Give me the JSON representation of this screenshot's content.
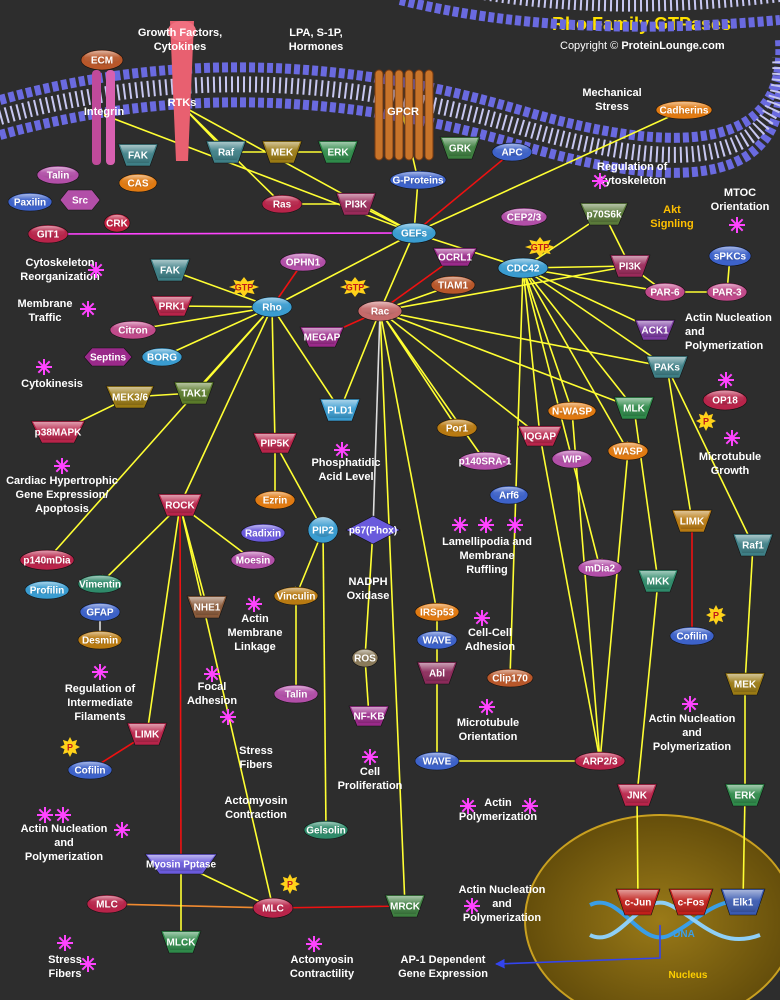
{
  "header": {
    "title": "Rho Family GTPases",
    "copyright_prefix": "Copyright ©",
    "copyright_site": "ProteinLounge.com"
  },
  "nodes": {
    "ecm": "ECM",
    "integrin": "Integrin",
    "talin_top": "Talin",
    "fak_top": "FAK",
    "cas": "CAS",
    "paxilin": "Paxilin",
    "src": "Src",
    "git1": "GIT1",
    "crk": "CRK",
    "rtks": "RTKs",
    "raf_top": "Raf",
    "mek_top": "MEK",
    "erk_top": "ERK",
    "ras": "Ras",
    "pi3k_top": "PI3K",
    "gpcr": "GPCR",
    "grk": "GRK",
    "apc": "APC",
    "g_proteins": "G-Proteins",
    "gefs": "GEFs",
    "cadherins": "Cadherins",
    "cep23": "CEP2/3",
    "p70s6k": "p70S6k",
    "cdc42": "CDC42",
    "gtp": "GTP",
    "pi3k_right": "PI3K",
    "spkcs": "sPKCs",
    "par6": "PAR-6",
    "par3": "PAR-3",
    "ack1": "ACK1",
    "paks": "PAKs",
    "op18": "OP18",
    "p": "P",
    "fak_mid": "FAK",
    "ophn1": "OPHN1",
    "rho": "Rho",
    "ocrl1": "OCRL1",
    "tiam1": "TIAM1",
    "rac": "Rac",
    "prk1": "PRK1",
    "citron": "Citron",
    "megap": "MEGAP",
    "septins": "Septins",
    "borg": "BORG",
    "mek36": "MEK3/6",
    "tak1": "TAK1",
    "pld1": "PLD1",
    "p38mapk": "p38MAPK",
    "pip5k": "PIP5K",
    "por1": "Por1",
    "iqgap": "IQGAP",
    "nwasp": "N-WASP",
    "mlk": "MLK",
    "wasp": "WASP",
    "p140sra1": "p140SRA-1",
    "wip": "WIP",
    "arf6": "Arf6",
    "rock": "ROCK",
    "ezrin": "Ezrin",
    "radixin": "Radixin",
    "pip2": "PIP2",
    "moesin": "Moesin",
    "p67phox": "p67(Phox)",
    "p140mdia": "p140mDia",
    "profilin": "Profilin",
    "vimentin": "Vimentin",
    "gfap": "GFAP",
    "desmin": "Desmin",
    "nhe1": "NHE1",
    "vinculin": "Vinculin",
    "ros": "ROS",
    "irsp53": "IRSp53",
    "wave1": "WAVE",
    "abl": "Abl",
    "clip170": "Clip170",
    "mdia2": "mDia2",
    "mkk": "MKK",
    "limk_right": "LIMK",
    "raf_right": "Raf1",
    "cofilin_right": "Cofilin",
    "mek_right": "MEK",
    "talin_mid": "Talin",
    "nfkb": "NF-KB",
    "limk_left": "LIMK",
    "cofilin_left": "Cofilin",
    "wave2": "WAVE",
    "arp23": "ARP2/3",
    "jnk": "JNK",
    "erk_right": "ERK",
    "gelsolin": "Gelsolin",
    "myosin_pptase": "Myosin Pptase",
    "mlc_left": "MLC",
    "mlc_mid": "MLC",
    "mrck": "MRCK",
    "mlck": "MLCK",
    "cjun": "c-Jun",
    "cfos": "c-Fos",
    "elk1": "Elk1",
    "dna": "DNA",
    "nucleus": "Nucleus"
  },
  "labels": {
    "growth_factors": [
      "Growth Factors,",
      "Cytokines"
    ],
    "lpa": [
      "LPA, S-1P,",
      "Hormones"
    ],
    "mechanical": [
      "Mechanical",
      "Stress"
    ],
    "reg_cytoskeleton": [
      "Regulation of",
      "Cytoskeleton"
    ],
    "akt": [
      "Akt",
      "Signling"
    ],
    "mtoc": [
      "MTOC",
      "Orientation"
    ],
    "cyto_reorg": [
      "Cytoskeleton",
      "Reorganization"
    ],
    "membrane_traffic": [
      "Membrane",
      "Traffic"
    ],
    "actin_nuc_right_top": [
      "Actin Nucleation",
      "and",
      "Polymerization"
    ],
    "cytokinesis": [
      "Cytokinesis"
    ],
    "microtubule_growth": [
      "Microtubule",
      "Growth"
    ],
    "phosphatidic": [
      "Phosphatidic",
      "Acid Level"
    ],
    "cardiac": [
      "Cardiac Hypertrophic",
      "Gene Expression/",
      "Apoptosis"
    ],
    "lamellipodia": [
      "Lamellipodia and",
      "Membrane",
      "Ruffling"
    ],
    "nadph": [
      "NADPH",
      "Oxidase"
    ],
    "actin_membrane": [
      "Actin",
      "Membrane",
      "Linkage"
    ],
    "cell_cell": [
      "Cell-Cell",
      "Adhesion"
    ],
    "reg_intermediate": [
      "Regulation of",
      "Intermediate",
      "Filaments"
    ],
    "focal_adhesion": [
      "Focal",
      "Adhesion"
    ],
    "microtubule_orient": [
      "Microtubule",
      "Orientation"
    ],
    "actin_nuc_right_mid": [
      "Actin Nucleation",
      "and",
      "Polymerization"
    ],
    "stress_fibers_mid": [
      "Stress",
      "Fibers"
    ],
    "cell_prolif": [
      "Cell",
      "Proliferation"
    ],
    "actomyosin_contraction": [
      "Actomyosin",
      "Contraction"
    ],
    "actin_poly_center": [
      "Actin",
      "Polymerization"
    ],
    "actin_nuc_left": [
      "Actin Nucleation",
      "and",
      "Polymerization"
    ],
    "actin_nuc_bottom": [
      "Actin Nucleation",
      "and",
      "Polymerization"
    ],
    "stress_fibers_bottom": [
      "Stress",
      "Fibers"
    ],
    "actomyosin_contractility": [
      "Actomyosin",
      "Contractility"
    ],
    "ap1": [
      "AP-1 Dependent",
      "Gene Expression"
    ]
  },
  "colors": {
    "background": "#2d2d2d",
    "arrow": "#ffff33",
    "outcome": "#ff44ff",
    "inhibition": "#ee1111",
    "title": "#ffe100",
    "membrane_blue": "#8e8ee8",
    "nucleus": "#8a6a10"
  }
}
